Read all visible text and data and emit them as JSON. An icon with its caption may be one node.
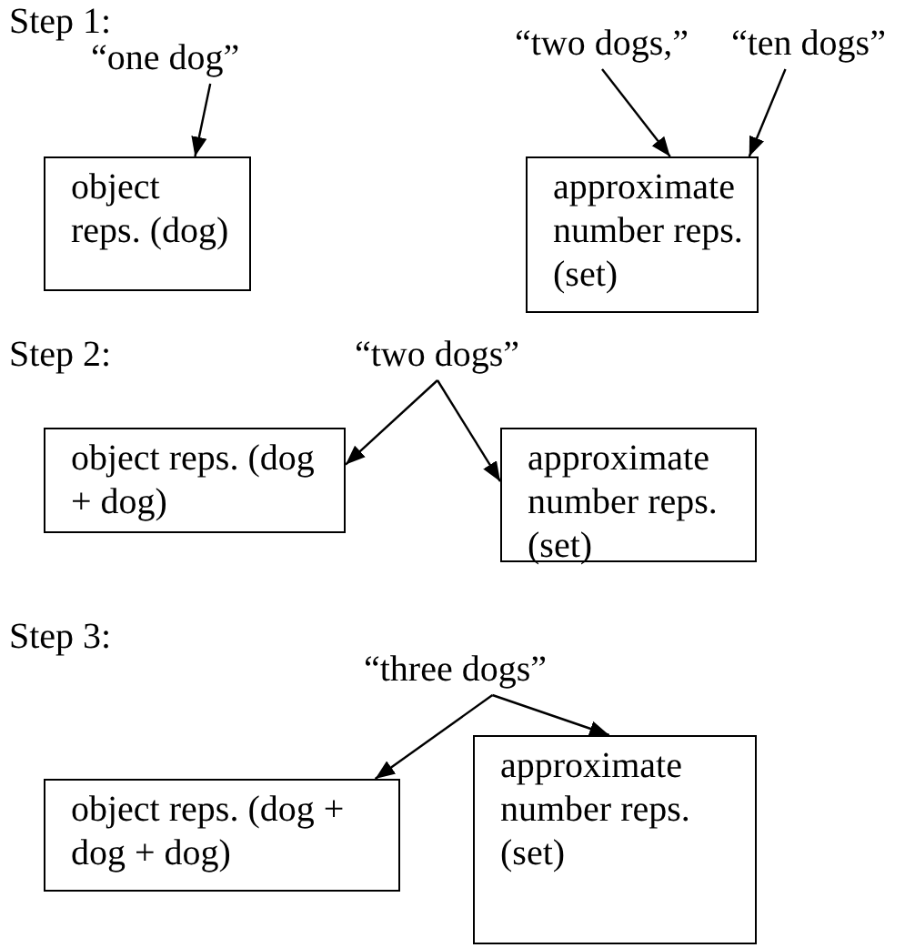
{
  "diagram": {
    "nodes": [
      {
        "text": [
          "“one dog”"
        ]
      },
      {
        "text": [
          "“two dogs,”"
        ]
      },
      {
        "text": [
          "“ten dogs”"
        ]
      },
      {
        "text": [
          "object reps. (dog)"
        ]
      },
      {
        "text": [
          "approximate number reps. (set)"
        ]
      },
      {
        "text": [
          "“two dogs”"
        ]
      },
      {
        "text": [
          "object reps. (dog + dog)"
        ]
      },
      {
        "text": [
          "approximate number reps. (set)"
        ]
      },
      {
        "text": [
          "“three dogs”"
        ]
      },
      {
        "text": [
          "object reps. (dog + dog + dog)"
        ]
      },
      {
        "text": [
          "approximate number reps. (set)"
        ]
      }
    ],
    "edges": [
      {
        "from": 0,
        "to": 3,
        "arrow": "to"
      },
      {
        "from": 1,
        "to": 4,
        "arrow": "to"
      },
      {
        "from": 2,
        "to": 4,
        "arrow": "to"
      },
      {
        "from": 5,
        "to": 6,
        "arrow": "to"
      },
      {
        "from": 5,
        "to": 7,
        "arrow": "to"
      },
      {
        "from": 8,
        "to": 9,
        "arrow": "to"
      },
      {
        "from": 8,
        "to": 10,
        "arrow": "to"
      }
    ],
    "labels": [
      "Step 1:",
      "Step 2:",
      "Step 3:"
    ]
  }
}
